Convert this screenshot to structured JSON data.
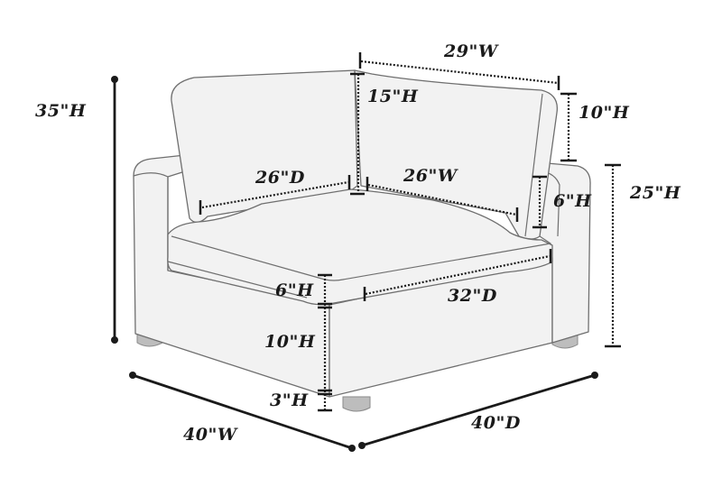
{
  "diagram": {
    "subject": "Corner sofa chair dimensions",
    "colors": {
      "upholstery": "#f2f2f2",
      "outline": "#6f6f6f",
      "feet": "#bdbdbd",
      "dimension_line": "#1a1a1a",
      "background": "#ffffff"
    },
    "dimensions": {
      "overall_height": "35\"H",
      "back_width": "29\"W",
      "back_height": "15\"H",
      "back_top_height": "10\"H",
      "seat_depth_left": "26\"D",
      "seat_width_right": "26\"W",
      "arm_height": "6\"H",
      "arm_overall_height": "25\"H",
      "cushion_height": "6\"H",
      "base_height": "10\"H",
      "leg_height": "3\"H",
      "seat_front_depth": "32\"D",
      "overall_width": "40\"W",
      "overall_depth": "40\"D"
    }
  }
}
